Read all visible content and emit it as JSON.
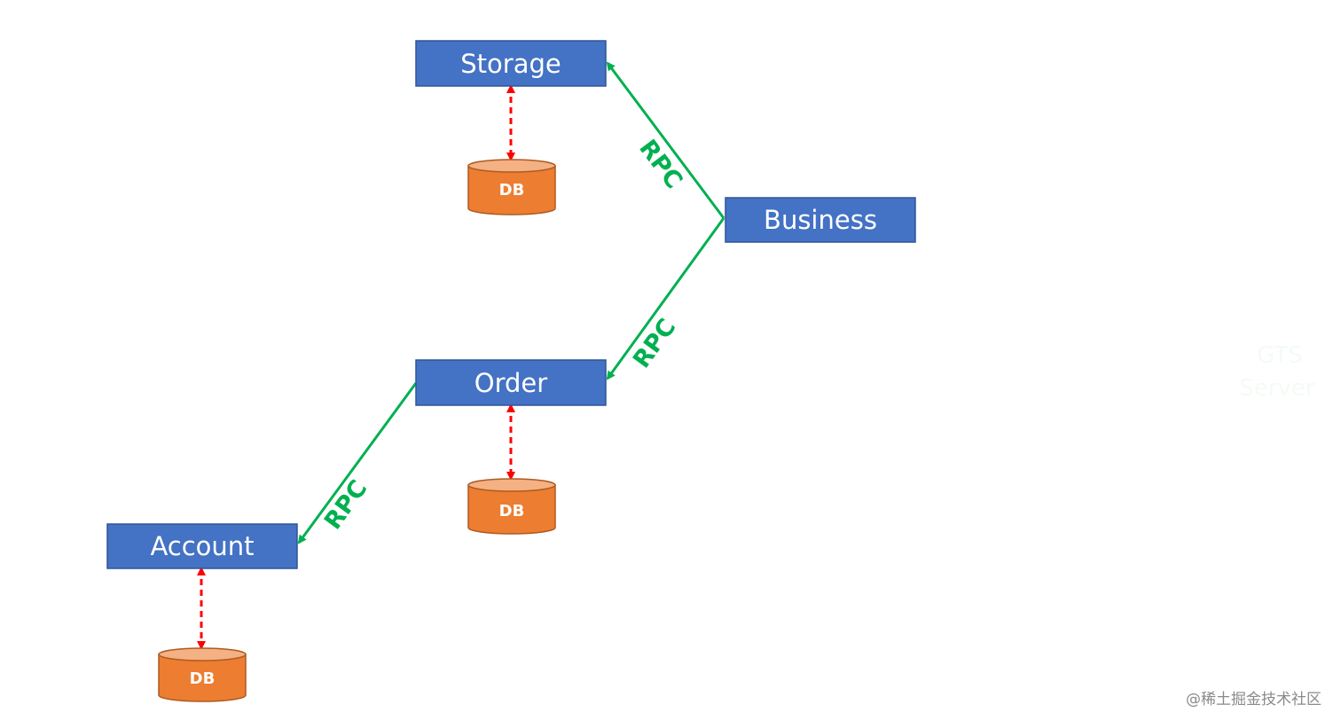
{
  "colors": {
    "service_fill": "#4472C4",
    "service_stroke": "#2F5597",
    "db_fill": "#ED7D31",
    "db_top": "#F4B183",
    "db_stroke": "#AE5A21",
    "rpc_green": "#00B050",
    "db_link_red": "#FF0000",
    "faint_text": "#F4FBF5"
  },
  "services": {
    "storage": "Storage",
    "business": "Business",
    "order": "Order",
    "account": "Account"
  },
  "databases": {
    "storage_db": "DB",
    "order_db": "DB",
    "account_db": "DB"
  },
  "rpc_labels": {
    "business_to_storage": "RPC",
    "business_to_order": "RPC",
    "order_to_account": "RPC"
  },
  "faint_box": {
    "line1": "GTS",
    "line2": "Server"
  },
  "watermark": "@稀土掘金技术社区"
}
